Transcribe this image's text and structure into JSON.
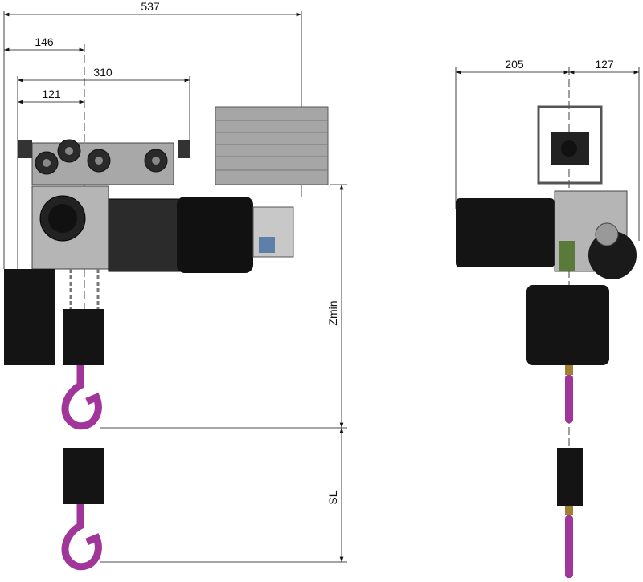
{
  "drawing": {
    "front_view": {
      "dimensions": {
        "overall_width": "537",
        "hook_offset": "146",
        "trolley_width": "310",
        "trolley_to_hook": "121",
        "min_height": "Zmin",
        "stroke_length": "SL"
      }
    },
    "side_view": {
      "dimensions": {
        "left_width": "205",
        "right_width": "127"
      }
    }
  },
  "colors": {
    "line": "#111111",
    "hook": "#a0359a",
    "body_dark": "#1a1a1a",
    "metal": "#9a9a9a"
  }
}
